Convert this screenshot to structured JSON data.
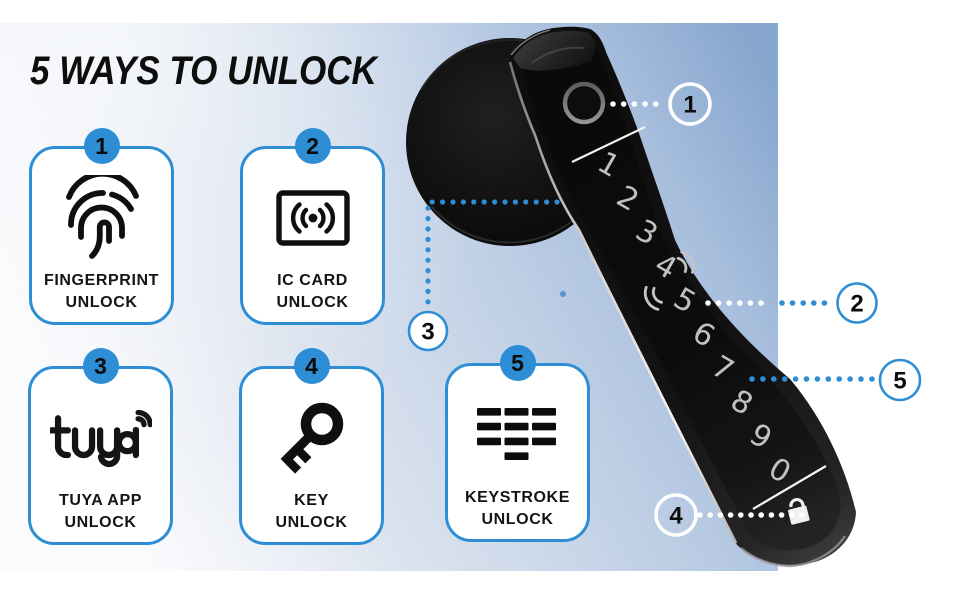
{
  "title": "5 WAYS TO UNLOCK",
  "colors": {
    "accent_blue": "#2e8ed5",
    "text_dark": "#141414",
    "photo_sky_blue": "#88a7ce",
    "callout_white": "#ffffff"
  },
  "cards": [
    {
      "number": "1",
      "icon": "fingerprint-icon",
      "label_line1": "FINGERPRINT",
      "label_line2": "UNLOCK"
    },
    {
      "number": "2",
      "icon": "ic-card-icon",
      "label_line1": "IC CARD",
      "label_line2": "UNLOCK"
    },
    {
      "number": "3",
      "icon": "tuya-logo",
      "logo_text": "tuya",
      "label_line1": "TUYA APP",
      "label_line2": "UNLOCK"
    },
    {
      "number": "4",
      "icon": "key-icon",
      "label_line1": "KEY",
      "label_line2": "UNLOCK"
    },
    {
      "number": "5",
      "icon": "keystroke-icon",
      "label_line1": "KEYSTROKE",
      "label_line2": "UNLOCK"
    }
  ],
  "callouts": [
    {
      "number": "1",
      "points_to": "fingerprint-sensor"
    },
    {
      "number": "2",
      "points_to": "ic-card-reader-zone"
    },
    {
      "number": "3",
      "points_to": "handle-rosette"
    },
    {
      "number": "4",
      "points_to": "key-cylinder-cover"
    },
    {
      "number": "5",
      "points_to": "keystroke-keypad"
    }
  ],
  "product": {
    "keypad_digits": [
      "1",
      "2",
      "3",
      "4",
      "5",
      "6",
      "7",
      "8",
      "9",
      "0"
    ]
  }
}
